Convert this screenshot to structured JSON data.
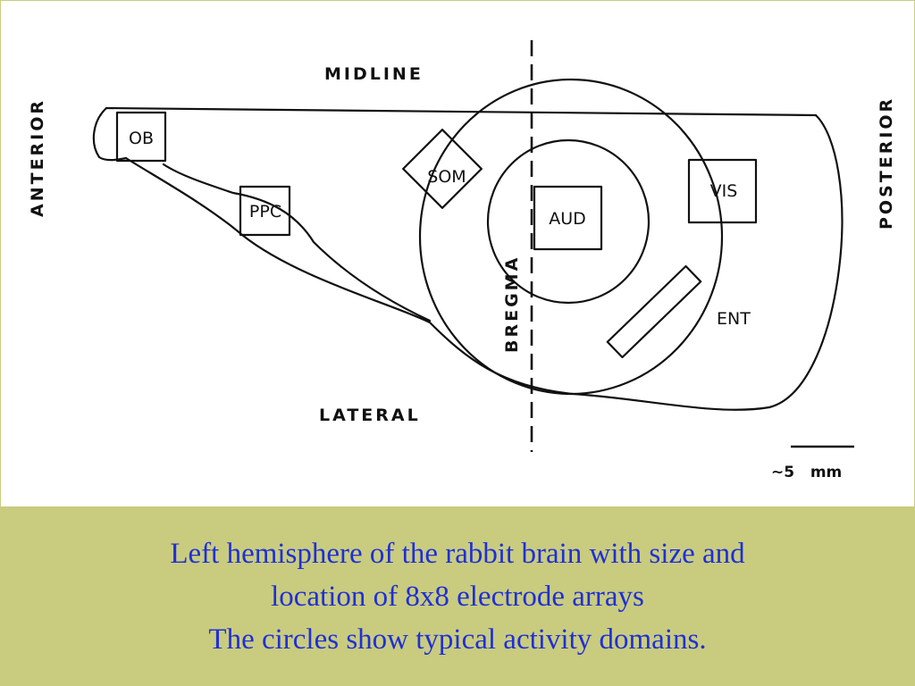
{
  "diagram": {
    "orientation": {
      "anterior": "ANTERIOR",
      "posterior": "POSTERIOR",
      "midline": "MIDLINE",
      "lateral": "LATERAL",
      "bregma": "BREGMA"
    },
    "regions": {
      "ob": "OB",
      "ppc": "PPC",
      "som": "SOM",
      "aud": "AUD",
      "vis": "VIS",
      "ent": "ENT"
    },
    "scale_bar": {
      "label": "~5   mm"
    }
  },
  "caption": {
    "line1": "Left hemisphere of the rabbit brain with size and",
    "line2": "location of 8x8 electrode arrays",
    "line3": "The circles show typical activity domains."
  },
  "colors": {
    "background": "#c9cc7e",
    "panel": "#ffffff",
    "caption_text": "#1f2fd8",
    "line": "#111111"
  }
}
